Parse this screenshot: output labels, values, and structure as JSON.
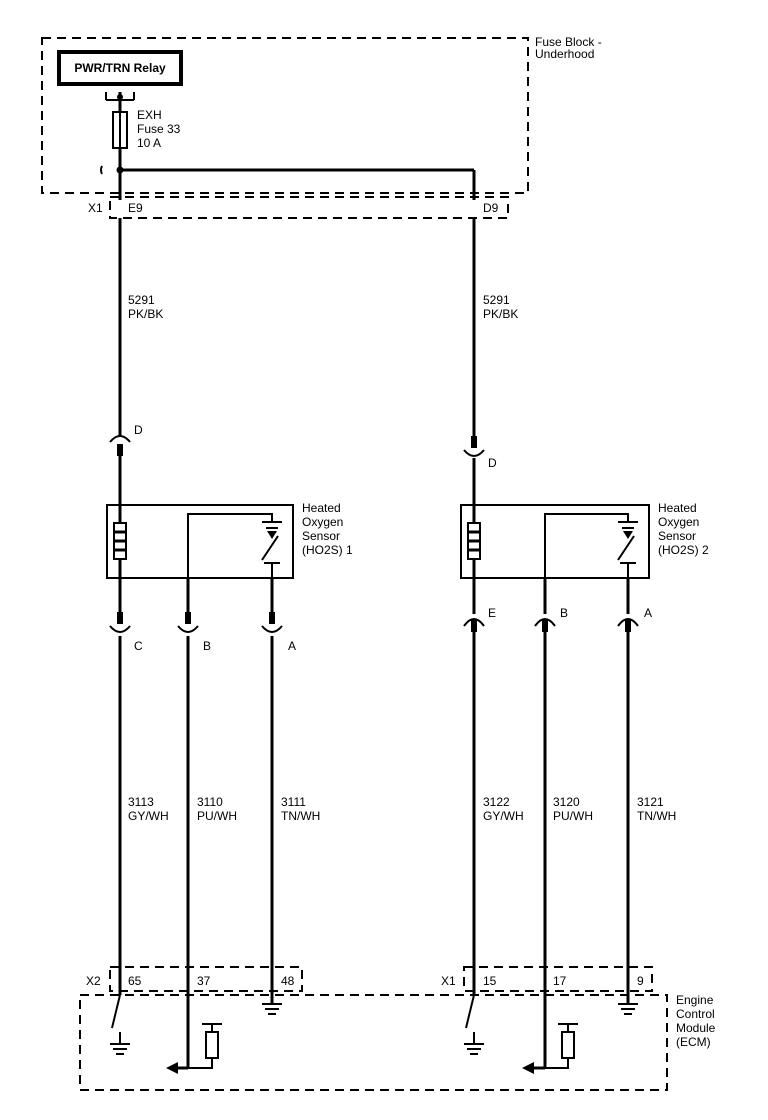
{
  "fuse_block": {
    "name_line1": "Fuse Block -",
    "name_line2": "Underhood",
    "relay_label": "PWR/TRN Relay",
    "fuse_line1": "EXH",
    "fuse_line2": "Fuse 33",
    "fuse_line3": "10 A",
    "connector": "X1",
    "pin_left": "E9",
    "pin_right": "D9"
  },
  "feed_wires": {
    "left": {
      "circuit": "5291",
      "color": "PK/BK"
    },
    "right": {
      "circuit": "5291",
      "color": "PK/BK"
    }
  },
  "sensor1": {
    "name_line1": "Heated",
    "name_line2": "Oxygen",
    "name_line3": "Sensor",
    "name_line4": "(HO2S) 1",
    "feed_pin": "D",
    "pins": [
      "C",
      "B",
      "A"
    ],
    "wires": [
      {
        "circuit": "3113",
        "color": "GY/WH"
      },
      {
        "circuit": "3110",
        "color": "PU/WH"
      },
      {
        "circuit": "3111",
        "color": "TN/WH"
      }
    ]
  },
  "sensor2": {
    "name_line1": "Heated",
    "name_line2": "Oxygen",
    "name_line3": "Sensor",
    "name_line4": "(HO2S) 2",
    "feed_pin": "D",
    "pins": [
      "E",
      "B",
      "A"
    ],
    "wires": [
      {
        "circuit": "3122",
        "color": "GY/WH"
      },
      {
        "circuit": "3120",
        "color": "PU/WH"
      },
      {
        "circuit": "3121",
        "color": "TN/WH"
      }
    ]
  },
  "ecm": {
    "name_line1": "Engine",
    "name_line2": "Control",
    "name_line3": "Module",
    "name_line4": "(ECM)",
    "left_connector": "X2",
    "left_pins": [
      "65",
      "37",
      "48"
    ],
    "right_connector": "X1",
    "right_pins": [
      "15",
      "17",
      "9"
    ]
  }
}
